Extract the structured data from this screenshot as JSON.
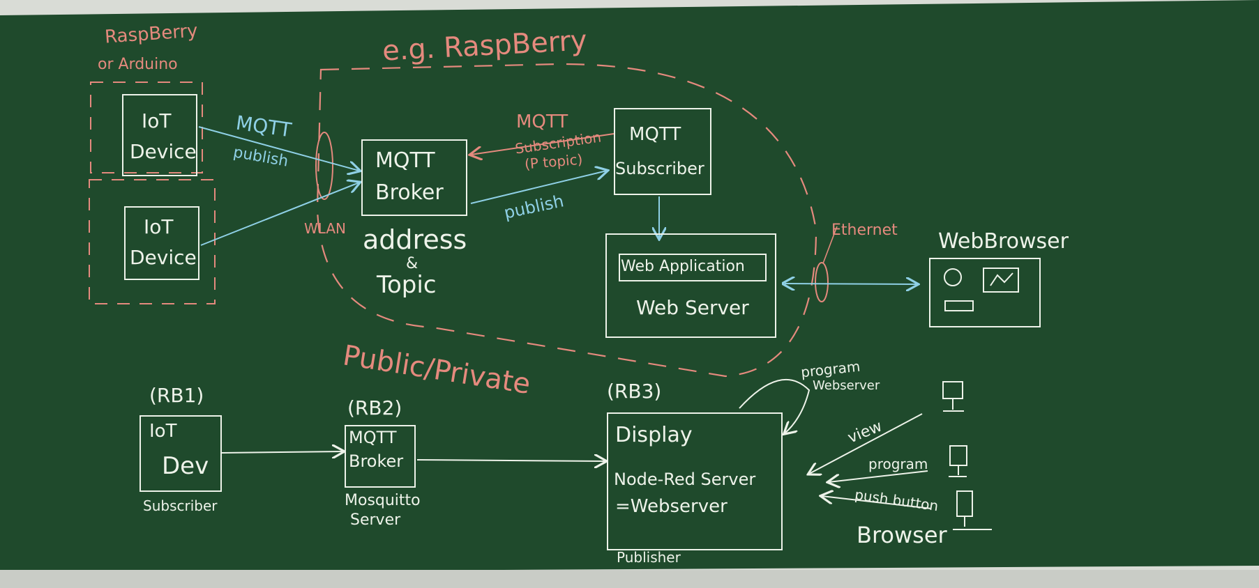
{
  "colors": {
    "board": "#1f4a2c",
    "chalk_white": "#eef3ea",
    "chalk_red": "#e58a7e",
    "chalk_blue": "#8fd0e6"
  },
  "top": {
    "rasp_label": "RaspBerry",
    "or_label": "or Arduino",
    "eg_label": "e.g. RaspBerry",
    "iot1_l1": "IoT",
    "iot1_l2": "Device",
    "iot2_l1": "IoT",
    "iot2_l2": "Device",
    "mqtt_pub_l1": "MQTT",
    "mqtt_pub_l2": "publish",
    "wlan": "WLAN",
    "broker_l1": "MQTT",
    "broker_l2": "Broker",
    "address": "address",
    "amp": "&",
    "topic": "Topic",
    "sub_mqtt": "MQTT",
    "subscription": "Subscription",
    "ptopic": "(P topic)",
    "publish2": "publish",
    "subscriber_l1": "MQTT",
    "subscriber_l2": "Subscriber",
    "webapp": "Web Application",
    "webserver": "Web Server",
    "ethernet": "Ethernet",
    "webbrowser": "WebBrowser",
    "pubpriv": "Public/Private"
  },
  "bottom": {
    "rb1": "(RB1)",
    "iot_l1": "IoT",
    "iot_l2": "Dev",
    "subscriber": "Subscriber",
    "rb2": "(RB2)",
    "broker_l1": "MQTT",
    "broker_l2": "Broker",
    "mosq_l1": "Mosquitto",
    "mosq_l2": "Server",
    "rb3": "(RB3)",
    "display": "Display",
    "nodered": "Node-Red Server",
    "webserver": "=Webserver",
    "publisher": "Publisher",
    "program_l1": "program",
    "program_l2": "Webserver",
    "view": "view",
    "program": "program",
    "push": "push button",
    "browser": "Browser"
  }
}
